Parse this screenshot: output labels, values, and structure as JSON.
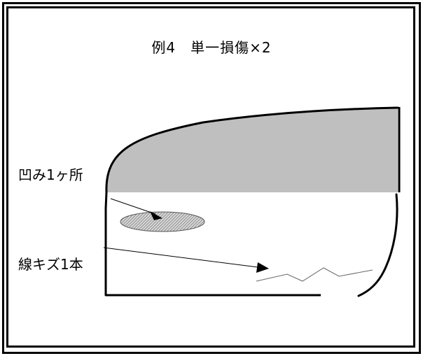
{
  "title": "例4　単一損傷×2",
  "labels": {
    "dent": "凹み1ヶ所",
    "scratch": "線キズ1本"
  },
  "colors": {
    "panel_shade": "#bfbfbf",
    "dent_hatch": "#8a8a8a",
    "line": "#000000"
  }
}
